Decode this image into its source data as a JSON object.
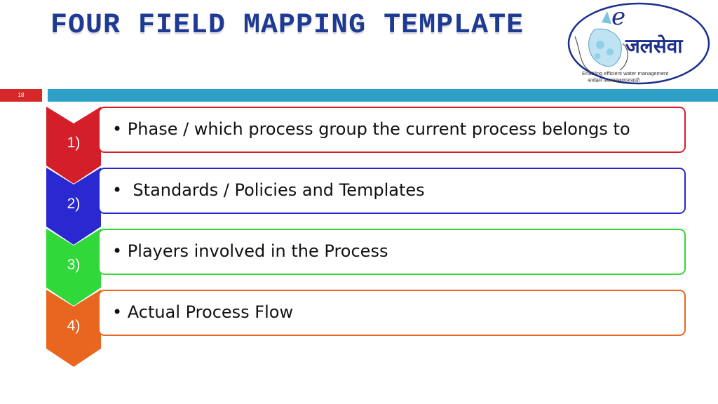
{
  "slide": {
    "title": "FOUR FIELD MAPPING TEMPLATE",
    "number": "18"
  },
  "logo": {
    "letter": "e",
    "wordmark": "जलसेवा",
    "tagline": "Enabling efficient water management",
    "tagline_marathi": "कार्यक्रम जलव्यवस्थापनासाठी"
  },
  "colors": {
    "title": "#1f3a93",
    "bar": "#2ea0c8",
    "slide_number_bg": "#d62828"
  },
  "items": [
    {
      "number": "1)",
      "text": "Phase / which process group the current process belongs to",
      "color": "#d41f2a"
    },
    {
      "number": "2)",
      "text": " Standards / Policies and Templates",
      "color": "#2a28d0"
    },
    {
      "number": "3)",
      "text": "Players involved in the Process",
      "color": "#30d83a"
    },
    {
      "number": "4)",
      "text": "Actual Process Flow",
      "color": "#e8661f"
    }
  ]
}
